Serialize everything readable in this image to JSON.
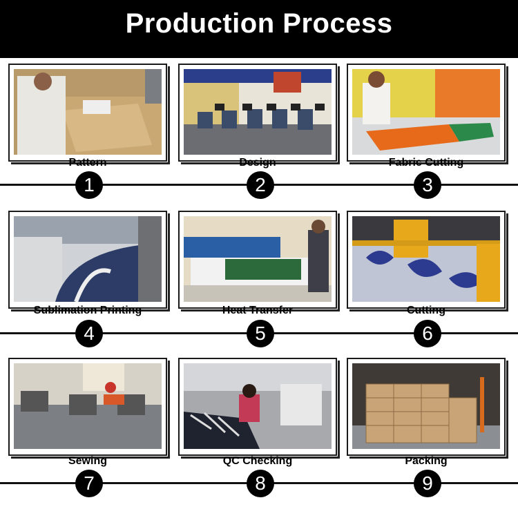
{
  "header": {
    "title": "Production Process"
  },
  "steps": [
    {
      "number": "1",
      "label": "Pattern"
    },
    {
      "number": "2",
      "label": "Design"
    },
    {
      "number": "3",
      "label": "Fabric Cutting"
    },
    {
      "number": "4",
      "label": "Sublimation Printing"
    },
    {
      "number": "5",
      "label": "Heat Transfer"
    },
    {
      "number": "6",
      "label": "Cutting"
    },
    {
      "number": "7",
      "label": "Sewing"
    },
    {
      "number": "8",
      "label": "QC Checking"
    },
    {
      "number": "9",
      "label": "Packing"
    }
  ],
  "colors": {
    "header_bg": "#000000",
    "header_text": "#ffffff",
    "badge_bg": "#000000"
  }
}
